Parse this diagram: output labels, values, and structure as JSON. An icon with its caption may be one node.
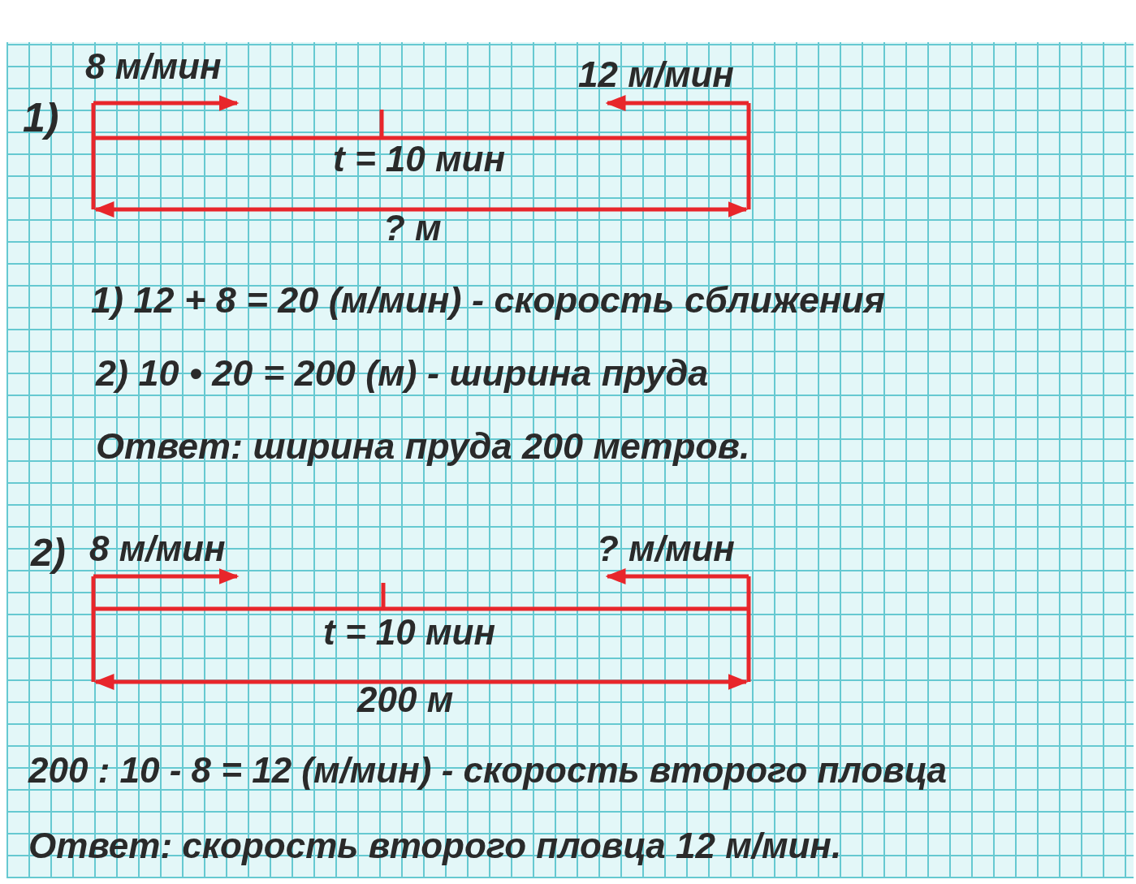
{
  "diagram": {
    "labels": [
      "1)",
      "8 м/мин",
      "12 м/мин",
      "t = 10 мин",
      "? м",
      "1) 12 + 8 = 20 (м/мин) - скорость сближения",
      "2) 10 • 20 = 200 (м) - ширина пруда",
      "Ответ: ширина пруда 200 метров.",
      "2)",
      "8 м/мин",
      "? м/мин",
      "t = 10 мин",
      "200 м",
      "200 : 10 - 8 = 12 (м/мин) - скорость второго пловца",
      "Ответ: скорость второго пловца 12 м/мин."
    ]
  }
}
